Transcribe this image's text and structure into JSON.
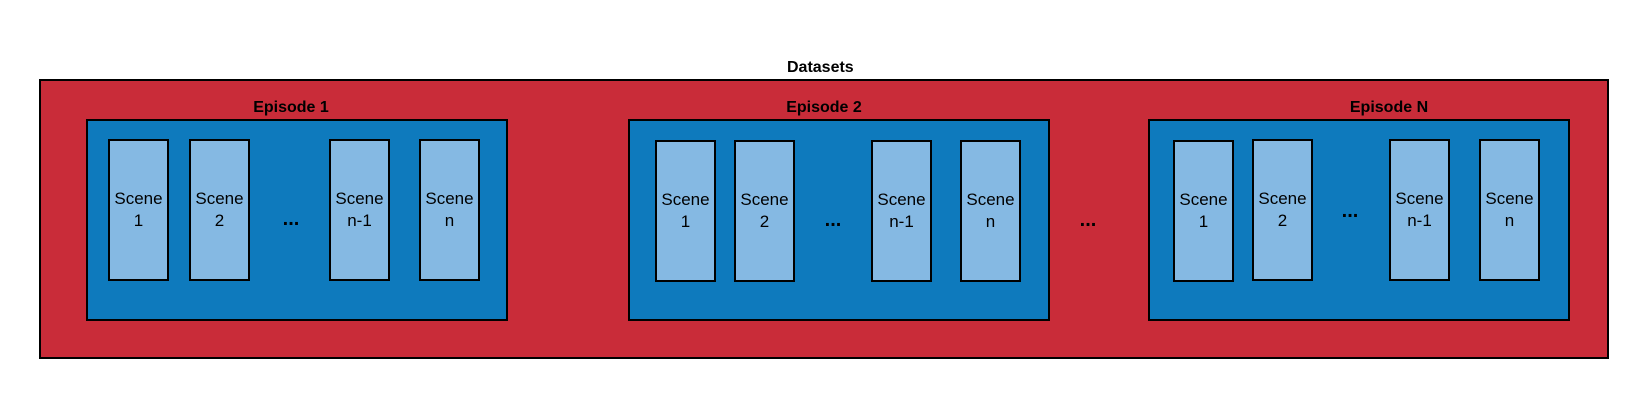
{
  "title": "Datasets",
  "colors": {
    "dataset": "#c92c39",
    "episode": "#0e7abd",
    "scene": "#85b9e3",
    "border": "#000000"
  },
  "episodes": [
    {
      "label": "Episode 1",
      "scenes": [
        {
          "word": "Scene",
          "index": "1"
        },
        {
          "word": "Scene",
          "index": "2"
        },
        {
          "word": "Scene",
          "index": "n-1"
        },
        {
          "word": "Scene",
          "index": "n"
        }
      ],
      "ellipsis": "..."
    },
    {
      "label": "Episode 2",
      "scenes": [
        {
          "word": "Scene",
          "index": "1"
        },
        {
          "word": "Scene",
          "index": "2"
        },
        {
          "word": "Scene",
          "index": "n-1"
        },
        {
          "word": "Scene",
          "index": "n"
        }
      ],
      "ellipsis": "..."
    },
    {
      "label": "Episode N",
      "scenes": [
        {
          "word": "Scene",
          "index": "1"
        },
        {
          "word": "Scene",
          "index": "2"
        },
        {
          "word": "Scene",
          "index": "n-1"
        },
        {
          "word": "Scene",
          "index": "n"
        }
      ],
      "ellipsis": "..."
    }
  ],
  "between_episodes_ellipsis": "..."
}
